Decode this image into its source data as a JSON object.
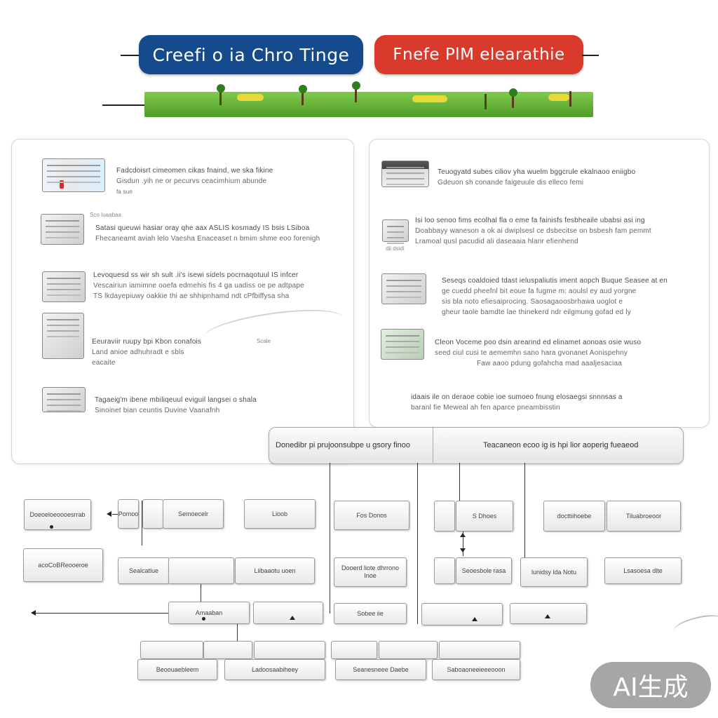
{
  "header": {
    "left_pill": "Creefi o ia Chro Tinge",
    "right_pill": "Fnefe PlM elearathie"
  },
  "left_panel": {
    "items": [
      {
        "lines": [
          "Fadcdoisrt cimeomen cikas fnaind, we ska fikine",
          "Gisdun .yih ne or pecurvs ceacimhium abunde",
          "fa sun"
        ]
      },
      {
        "caption": "Sco Iuaabaa",
        "lines": [
          "Satasi queuwi hasiar oray qhe aax ASLIS kosmady IS bsis LSiboa",
          "Fhecaneamt aviah lelo Vaesha Enaceaset n bmim shme eoo forenigh"
        ]
      },
      {
        "lines": [
          "Levoquesd ss wir sh sult .ii's isewi sidels pocrnaqotuul IS infcer",
          "Vescairiun iamimne ooefa edmehis fis 4 ga uadiss oe pe adtpape",
          "TS lkdayepiuwy oakkie thi ae shhipnhamd ndt cPfbiffysa sha"
        ]
      },
      {
        "lines": [
          "Eeuraviir ruupy bpi Kbon conafois",
          "Land anioe adhuhradt e sbls",
          "eacaite"
        ],
        "side": "Scale"
      },
      {
        "lines": [
          "Tagaeig'm ibene mbiliqeuul eviguil langsei o shala",
          "Sinoinet bian ceuntis Duvine Vaanafnh"
        ]
      }
    ]
  },
  "right_panel": {
    "items": [
      {
        "lines": [
          "Teuogyatd subes ciliov yha wuelm bggcrule ekalnaoo eniigbo",
          "Gdeuon sh conande faigeuule dis elleco femi"
        ]
      },
      {
        "lines": [
          "Isi loo senoo fims ecolhal fla o eme fa fainisfs fesbheaile ubabsi asi ing",
          "Doabbayy waneson a ok ai dwiplsesl ce dsbecitse on bsbesh fam pemmt",
          "Lramoal qusl pacudid ali daseaaia hlanr efienhend"
        ],
        "caption": "dii dsidi"
      },
      {
        "lines": [
          "Seseqs coaldoied tdast ieluspaliutis iment aopch Buque Seasee at en",
          "ge cuedd pheefnl bit eoue fa fugme m: aoulsl ey aud yorgne",
          "sis bla noto efiesaiprocing. Saosagaoosbrhawa uoglot e",
          "gheur taole bamdte lae thinekerd ndr eilgmung gofad ed ly"
        ]
      },
      {
        "lines": [
          "Cleon Voceme poo dsin arearind ed elinamet aonoas osie wuso",
          "seed ciul cusi te aememhn sano hara gvonanet Aonispehny",
          "Faw aaoo pdung gofahcha mad aaaljesaciaa"
        ]
      },
      {
        "lines": [
          "idaais ile on deraoe cobie ioe sumoeo fnung elosaegsi snnnsas a",
          "baranl fie Meweal ah fen aparce pneambisstin"
        ]
      }
    ]
  },
  "banner": {
    "left": "Donedibr pi prujoonsubpe u gsory finoo",
    "right": "Teacaneon ecoo ig is hpi lior aoperig fueaeod"
  },
  "flow": {
    "row1": [
      "Doeoeloeoooesrrab",
      "Pomoo",
      "Semoecelr",
      "Lioob",
      "Fos Donos",
      "S Dhoes",
      "docttiihoebe",
      "Tiluabroeoor"
    ],
    "row2": [
      "acoCoBReooeroe",
      "Sealcatlue",
      "Liibaaotu uoen",
      "Dooerd liote dhrrono Inoe",
      "Seoesbole rasa",
      "lunidsy lda Notu",
      "Lsasoesa dlte"
    ],
    "row3": [
      "Amaaban",
      "Sobee iie"
    ],
    "row4": [
      "Beoouaebleem",
      "Ladoosaabiheey",
      "Seanesneee Daebe",
      "Saboaoneeieeeooon"
    ]
  },
  "watermark": "AI生成",
  "colors": {
    "blue": "#154a8c",
    "red": "#d93a2b",
    "grass": "#5fb034"
  }
}
